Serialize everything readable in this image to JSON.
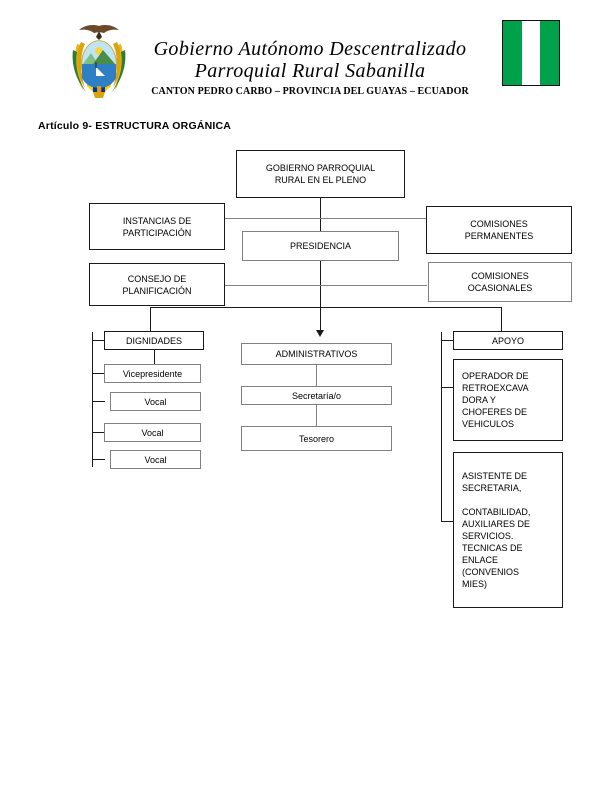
{
  "document": {
    "header": {
      "crest_icon": "ecuador-coat-of-arms-icon",
      "title_line1": "Gobierno Autónomo Descentralizado",
      "title_line2": "Parroquial Rural Sabanilla",
      "subtitle": "CANTON PEDRO CARBO – PROVINCIA DEL GUAYAS – ECUADOR",
      "flag_icon": "sabanilla-flag-icon",
      "flag_colors": [
        "#00A14B",
        "#FFFFFF",
        "#00A14B"
      ]
    },
    "article_heading": "Artículo 9- ESTRUCTURA ORGÁNICA"
  },
  "chart_data": {
    "type": "diagram",
    "title": "Artículo 9- ESTRUCTURA ORGÁNICA",
    "nodes": [
      {
        "id": "pleno",
        "label": "GOBIERNO PARROQUIAL\nRURAL EN EL PLENO",
        "border": "black"
      },
      {
        "id": "instancias",
        "label": "INSTANCIAS DE\nPARTICIPACIÓN",
        "border": "black"
      },
      {
        "id": "presidencia",
        "label": "PRESIDENCIA",
        "border": "gray"
      },
      {
        "id": "com_perm",
        "label": "COMISIONES\nPERMANENTES",
        "border": "black"
      },
      {
        "id": "consejo",
        "label": "CONSEJO DE\nPLANIFICACIÓN",
        "border": "black"
      },
      {
        "id": "com_ocas",
        "label": "COMISIONES\nOCASIONALES",
        "border": "gray"
      },
      {
        "id": "dignidades",
        "label": "DIGNIDADES",
        "border": "black"
      },
      {
        "id": "administrativos",
        "label": "ADMINISTRATIVOS",
        "border": "gray"
      },
      {
        "id": "apoyo",
        "label": "APOYO",
        "border": "black"
      },
      {
        "id": "vicepresidente",
        "label": "Vicepresidente",
        "border": "gray"
      },
      {
        "id": "vocal1",
        "label": "Vocal",
        "border": "gray"
      },
      {
        "id": "vocal2",
        "label": "Vocal",
        "border": "gray"
      },
      {
        "id": "vocal3",
        "label": "Vocal",
        "border": "gray"
      },
      {
        "id": "secretaria",
        "label": "Secretaría/o",
        "border": "gray"
      },
      {
        "id": "tesorero",
        "label": "Tesorero",
        "border": "gray"
      },
      {
        "id": "operador",
        "label": "OPERADOR DE\nRETROEXCAVA\nDORA Y\nCHOFERES DE\nVEHICULOS",
        "border": "black"
      },
      {
        "id": "asistente",
        "label": "ASISTENTE DE\nSECRETARIA,\n\nCONTABILIDAD,\nAUXILIARES DE\nSERVICIOS.\nTECNICAS DE\nENLACE\n(CONVENIOS\nMIES)",
        "border": "black"
      }
    ],
    "edges": [
      {
        "from": "pleno",
        "to": "presidencia"
      },
      {
        "from": "pleno",
        "to": "instancias"
      },
      {
        "from": "pleno",
        "to": "com_perm"
      },
      {
        "from": "presidencia",
        "to": "consejo"
      },
      {
        "from": "presidencia",
        "to": "com_ocas"
      },
      {
        "from": "presidencia",
        "to": "dignidades"
      },
      {
        "from": "presidencia",
        "to": "administrativos"
      },
      {
        "from": "presidencia",
        "to": "apoyo"
      },
      {
        "from": "dignidades",
        "to": "vicepresidente"
      },
      {
        "from": "dignidades",
        "to": "vocal1"
      },
      {
        "from": "dignidades",
        "to": "vocal2"
      },
      {
        "from": "dignidades",
        "to": "vocal3"
      },
      {
        "from": "administrativos",
        "to": "secretaria"
      },
      {
        "from": "secretaria",
        "to": "tesorero"
      },
      {
        "from": "apoyo",
        "to": "operador"
      },
      {
        "from": "apoyo",
        "to": "asistente"
      }
    ]
  }
}
